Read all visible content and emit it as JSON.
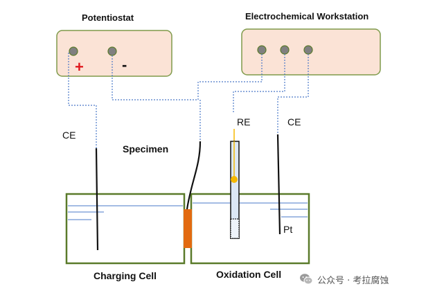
{
  "labels": {
    "potentiostat": "Potentiostat",
    "workstation": "Electrochemical Workstation",
    "plus": "+",
    "minus": "-",
    "ce_left": "CE",
    "ce_right": "CE",
    "re": "RE",
    "specimen": "Specimen",
    "pt": "Pt",
    "charging_cell": "Charging Cell",
    "oxidation_cell": "Oxidation Cell"
  },
  "watermark": {
    "text": "公众号 · 考拉腐蚀",
    "icon": "wechat-icon"
  },
  "colors": {
    "box_fill": "#fbe3d6",
    "box_border": "#7f9a4a",
    "cell_border": "#5a7a2a",
    "wire": "#4a78c8",
    "electrolyte": "#4a78c8",
    "plus": "#e0191e",
    "specimen": "#e26a10",
    "reference_fill": "#dce7f5",
    "reference_tip": "#f5b800",
    "terminal": "#808080"
  }
}
